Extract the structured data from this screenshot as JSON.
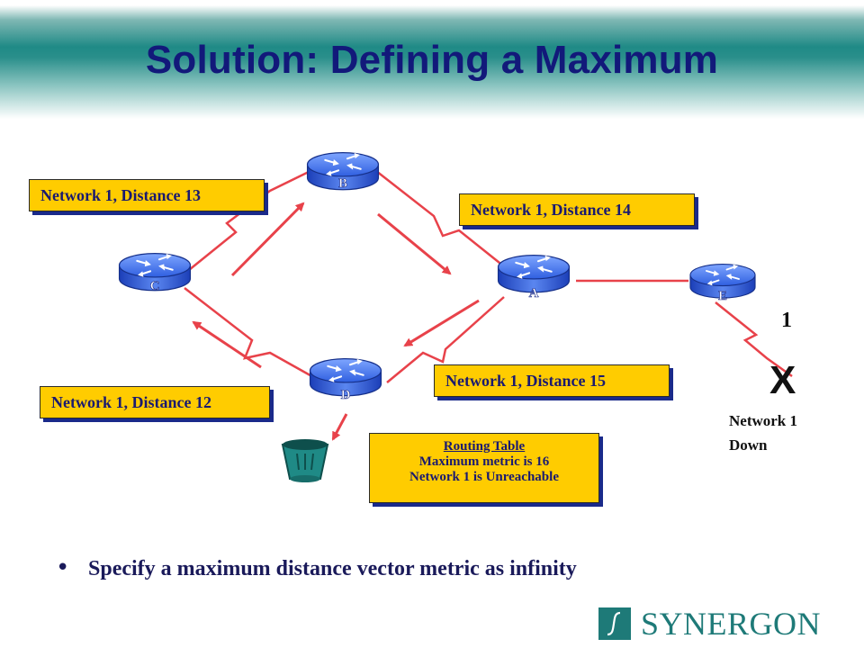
{
  "slide": {
    "title": "Solution: Defining a Maximum"
  },
  "diagram": {
    "routers": {
      "a": "A",
      "b": "B",
      "c": "C",
      "d": "D",
      "e": "E"
    },
    "labels": {
      "c_to_b": "Network 1, Distance 13",
      "b_to_a": "Network 1, Distance 14",
      "a_to_d": "Network 1, Distance 15",
      "d_to_c": "Network 1, Distance 12"
    },
    "routing_table": {
      "heading": "Routing Table",
      "line1": "Maximum metric is 16",
      "line2": "Network 1 is Unreachable"
    },
    "link_label": "1",
    "failure_mark": "X",
    "network_down_line1": "Network 1",
    "network_down_line2": "Down"
  },
  "bullet": {
    "text": "Specify a maximum distance vector metric as infinity"
  },
  "logo": {
    "name": "SYNERGON"
  },
  "colors": {
    "title": "#12197a",
    "header_teal": "#1f8a86",
    "label_fill": "#ffcc00",
    "label_shadow": "#1a2a8a",
    "link_red": "#e8424a",
    "router_blue": "#3566e0",
    "logo_teal": "#1e7a78"
  }
}
